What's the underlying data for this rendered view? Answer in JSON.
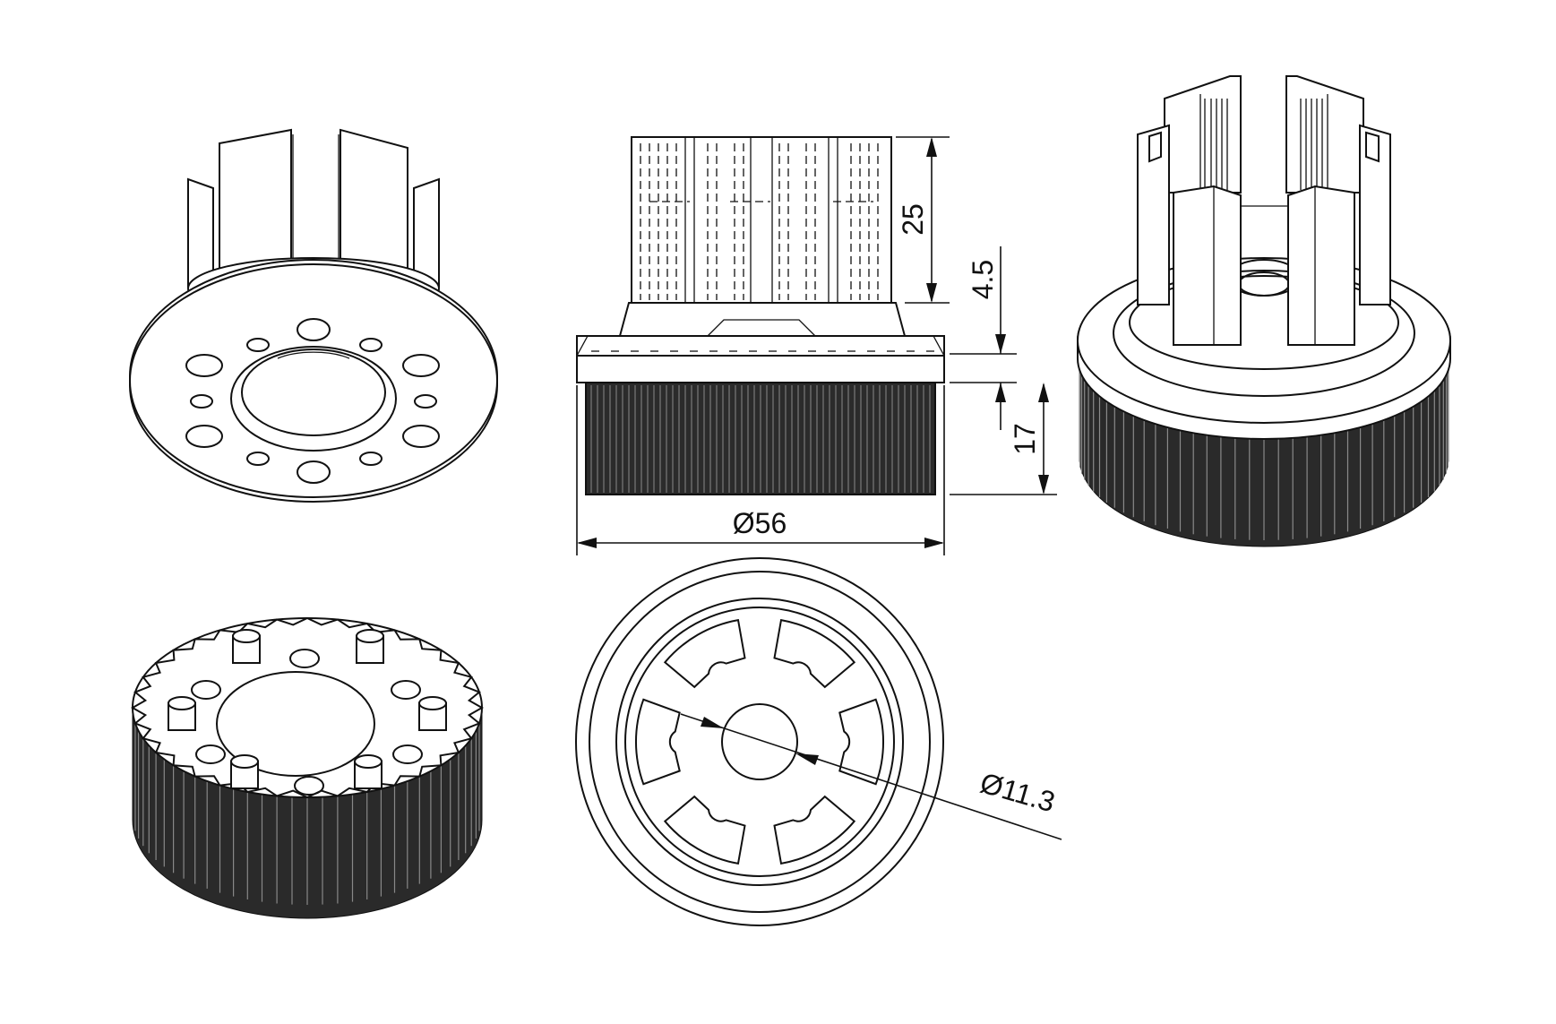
{
  "drawing": {
    "dimensions": {
      "post_height": "25",
      "flange_thickness": "4.5",
      "teeth_height": "17",
      "outer_diameter": "Ø56",
      "bore_diameter": "Ø11.3"
    },
    "colors": {
      "line": "#111111",
      "background": "#ffffff",
      "teeth_fill": "#2a2a2a"
    }
  }
}
